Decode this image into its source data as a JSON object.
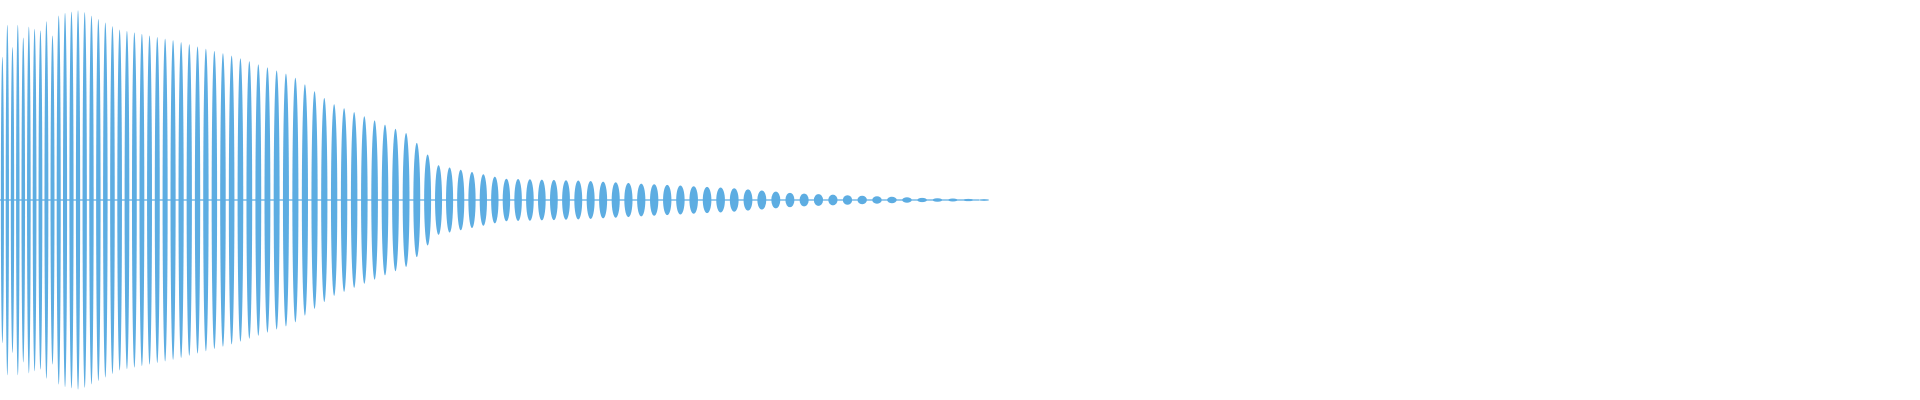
{
  "waveform": {
    "type": "audio-waveform",
    "color": "#5DADE2",
    "background": "#FFFFFF",
    "amplitude_range": [
      -1,
      1
    ],
    "duration_fraction_with_signal": 0.51,
    "envelope": [
      {
        "t": 0.0,
        "a": 0.9
      },
      {
        "t": 0.04,
        "a": 0.98
      },
      {
        "t": 0.06,
        "a": 0.88
      },
      {
        "t": 0.09,
        "a": 0.82
      },
      {
        "t": 0.12,
        "a": 0.74
      },
      {
        "t": 0.15,
        "a": 0.64
      },
      {
        "t": 0.17,
        "a": 0.5
      },
      {
        "t": 0.19,
        "a": 0.42
      },
      {
        "t": 0.21,
        "a": 0.34
      },
      {
        "t": 0.225,
        "a": 0.18
      },
      {
        "t": 0.26,
        "a": 0.11
      },
      {
        "t": 0.3,
        "a": 0.1
      },
      {
        "t": 0.34,
        "a": 0.08
      },
      {
        "t": 0.38,
        "a": 0.06
      },
      {
        "t": 0.41,
        "a": 0.035
      },
      {
        "t": 0.45,
        "a": 0.02
      },
      {
        "t": 0.48,
        "a": 0.01
      },
      {
        "t": 0.51,
        "a": 0.004
      }
    ],
    "cycle_width_start": 0.0025,
    "cycle_width_end": 0.0082
  }
}
